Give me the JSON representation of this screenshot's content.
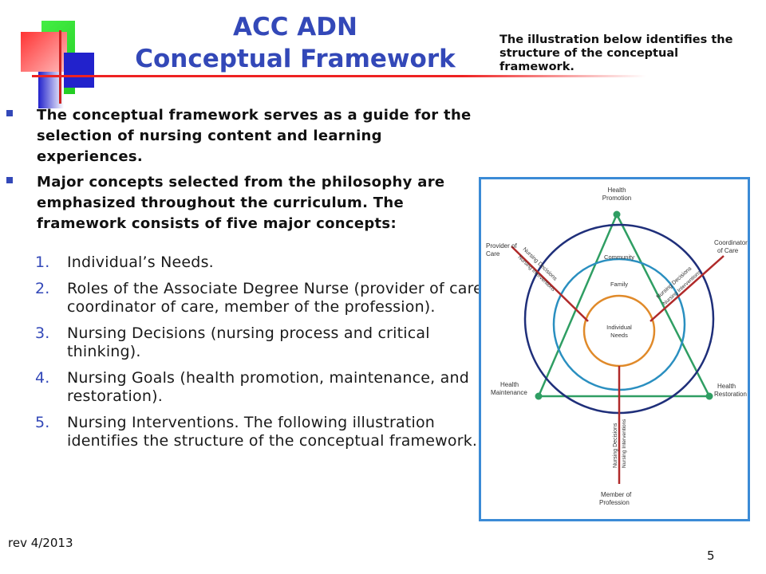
{
  "slide": {
    "title_line1": "ACC ADN",
    "title_line2": "Conceptual Framework",
    "side_note": "The illustration below identifies the structure of the conceptual framework.",
    "bullets": [
      "The conceptual framework serves as a guide for the selection of nursing content and learning experiences.",
      "Major concepts selected from the philosophy are emphasized throughout the curriculum. The framework consists of five major concepts:"
    ],
    "numbers": [
      "1.",
      "2.",
      "3.",
      "4.",
      "5."
    ],
    "items": [
      "Individual’s Needs.",
      "Roles of the Associate Degree Nurse (provider of care, coordinator of care, member of the profession).",
      "Nursing Decisions (nursing process and critical thinking).",
      "Nursing Goals (health promotion, maintenance, and restoration).",
      "Nursing Interventions. The following illustration identifies the structure of the conceptual framework."
    ],
    "footer_left": "rev 4/2013",
    "page_number": "5"
  },
  "diagram": {
    "top_label_1": "Health",
    "top_label_2": "Promotion",
    "left_top_1": "Provider of",
    "left_top_2": "Care",
    "right_top_1": "Coordinator",
    "right_top_2": "of Care",
    "left_bottom_1": "Health",
    "left_bottom_2": "Maintenance",
    "right_bottom_1": "Health",
    "right_bottom_2": "Restoration",
    "bottom_1": "Member of",
    "bottom_2": "Profession",
    "community": "Community",
    "family": "Family",
    "center_1": "Individual",
    "center_2": "Needs",
    "nd": "Nursing Decisions",
    "ni": "Nursing Interventions",
    "colors": {
      "triangle": "#2f9e63",
      "outer_circle": "#1f2f7a",
      "middle_circle": "#2a8fc0",
      "inner_circle": "#e08a2a",
      "spokes": "#b02a2a",
      "frame": "#3b8bd6"
    }
  }
}
